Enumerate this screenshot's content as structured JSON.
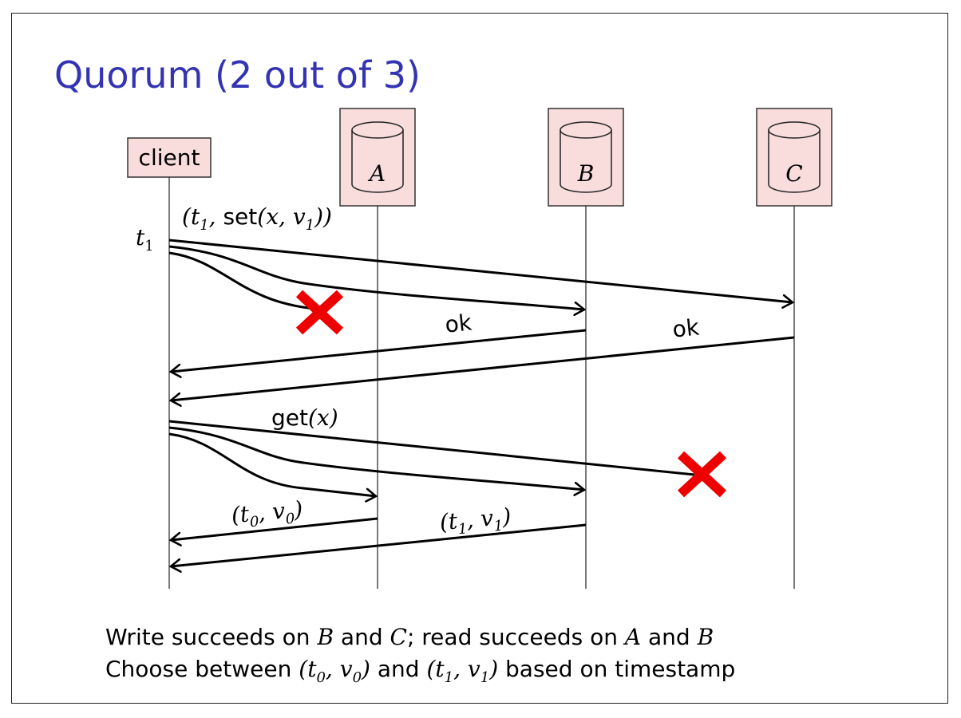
{
  "title": "Quorum (2 out of 3)",
  "participants": {
    "client": "client",
    "a": "A",
    "b": "B",
    "c": "C"
  },
  "time_label": {
    "t": "t",
    "sub": "1"
  },
  "messages": {
    "set_request": {
      "t": "t",
      "t_sub": "1",
      "op": "set",
      "x": "x",
      "v": "v",
      "v_sub": "1"
    },
    "ok_b": "ok",
    "ok_c": "ok",
    "get_request": {
      "op": "get",
      "x": "x"
    },
    "reply_a": {
      "t": "t",
      "t_sub": "0",
      "v": "v",
      "v_sub": "0"
    },
    "reply_b": {
      "t": "t",
      "t_sub": "1",
      "v": "v",
      "v_sub": "1"
    }
  },
  "caption": {
    "line1": {
      "p1": "Write succeeds on ",
      "m1": "B",
      "p2": " and ",
      "m2": "C",
      "p3": "; read succeeds on ",
      "m3": "A",
      "p4": " and ",
      "m4": "B"
    },
    "line2": {
      "p1": "Choose between ",
      "p2": " and ",
      "p3": " based on timestamp",
      "tup1": {
        "t": "t",
        "t_sub": "0",
        "v": "v",
        "v_sub": "0"
      },
      "tup2": {
        "t": "t",
        "t_sub": "1",
        "v": "v",
        "v_sub": "1"
      }
    }
  },
  "colors": {
    "title": "#3333b3",
    "box_fill": "#f9dcdc",
    "failure_cross": "#ee0000"
  },
  "icons": {
    "database": "database-cylinder-icon",
    "failure": "red-cross-icon"
  }
}
